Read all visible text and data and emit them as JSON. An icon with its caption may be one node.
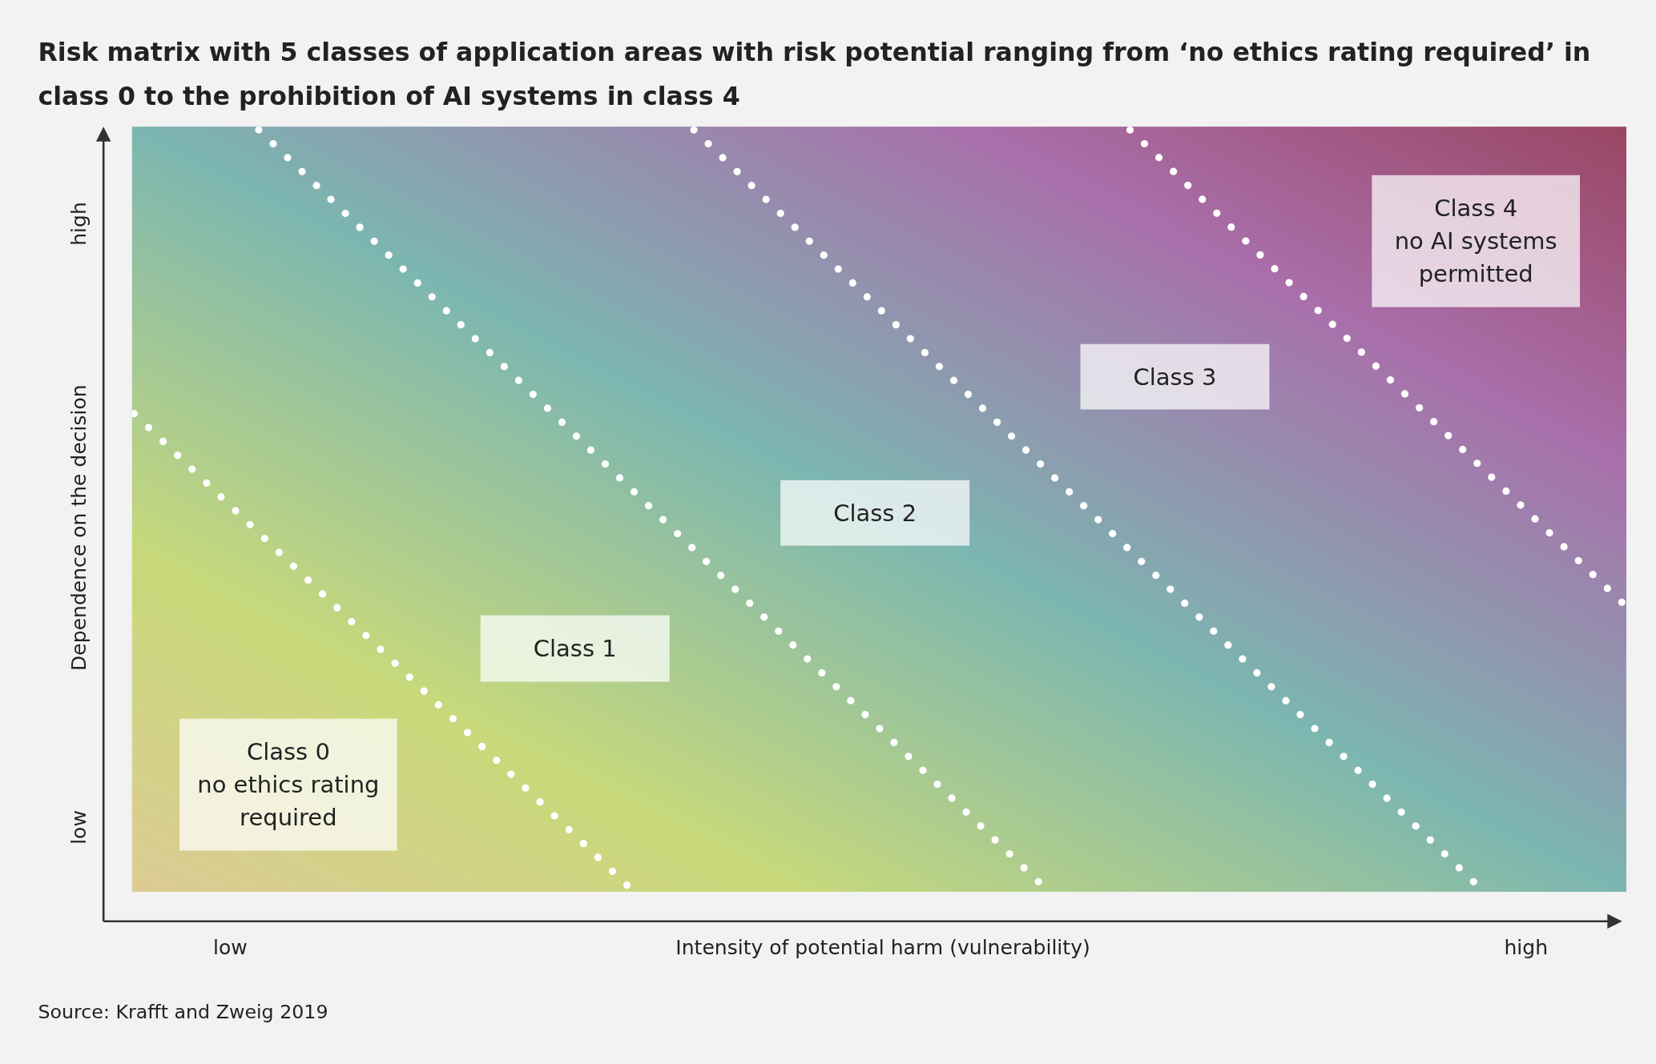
{
  "diagram": {
    "title": "Risk matrix with 5 classes of application areas with risk potential ranging from ‘no ethics rating required’ in class 0 to the prohibition of AI systems in class 4",
    "caption": "Source: Krafft and Zweig 2019",
    "nodes": [
      {
        "text": [
          "Class 4",
          "no AI systems permitted"
        ]
      },
      {
        "text": [
          "Class 3"
        ]
      },
      {
        "text": [
          "Class 2"
        ]
      },
      {
        "text": [
          "Class 1"
        ]
      },
      {
        "text": [
          "Class 0",
          "no ethics rating required"
        ]
      }
    ],
    "labels": [
      "high",
      "Dependence on the decision",
      "low",
      "low",
      "Intensity of potential harm (vulnerability)",
      "high"
    ]
  }
}
